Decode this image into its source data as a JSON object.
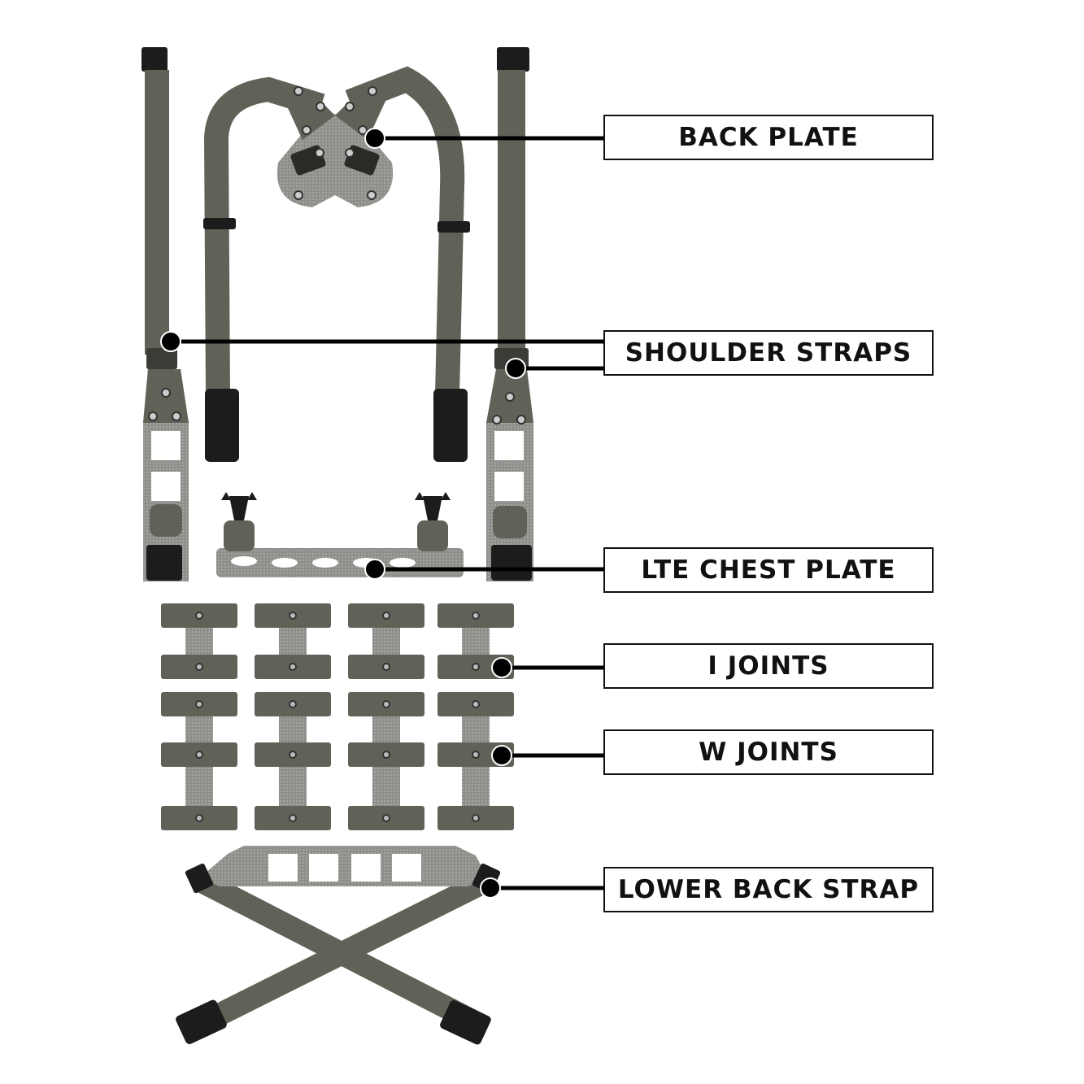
{
  "labels": {
    "back_plate": "BACK PLATE",
    "shoulder_straps": "SHOULDER STRAPS",
    "lte_chest_plate": "LTE CHEST PLATE",
    "i_joints": "I JOINTS",
    "w_joints": "W JOINTS",
    "lower_back_strap": "LOWER BACK STRAP"
  },
  "colors": {
    "strap": "#5f6357",
    "plate": "#8d8f8a",
    "buckle": "#1c1c1c",
    "leader": "#000000"
  }
}
